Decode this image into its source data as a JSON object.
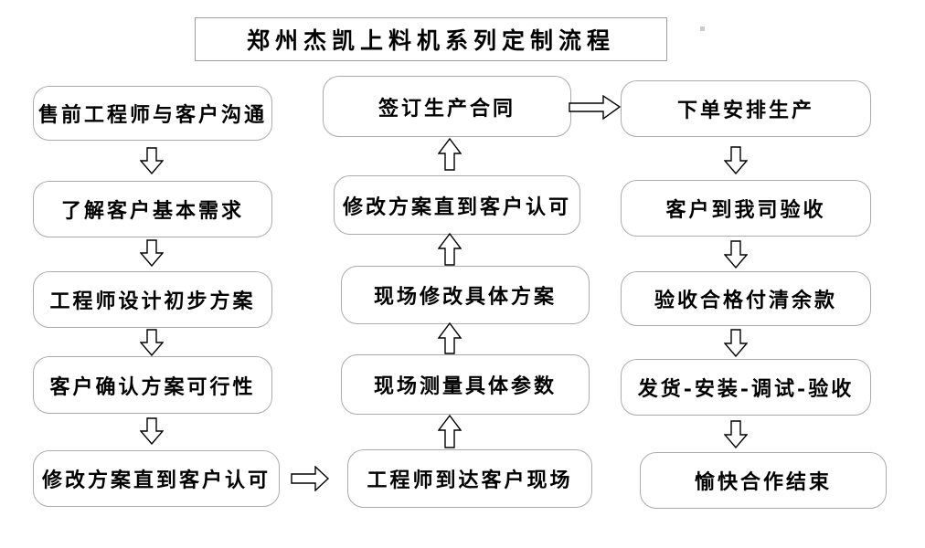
{
  "title": "郑州杰凯上料机系列定制流程",
  "columns": {
    "left": [
      "售前工程师与客户沟通",
      "了解客户基本需求",
      "工程师设计初步方案",
      "客户确认方案可行性",
      "修改方案直到客户认可"
    ],
    "middle": [
      "签订生产合同",
      "修改方案直到客户认可",
      "现场修改具体方案",
      "现场测量具体参数",
      "工程师到达客户现场"
    ],
    "right": [
      "下单安排生产",
      "客户到我司验收",
      "验收合格付清余款",
      "发货-安装-调试-验收",
      "愉快合作结束"
    ]
  },
  "flow": {
    "left_column_direction": "down",
    "middle_column_direction": "up",
    "right_column_direction": "down",
    "left_to_middle": "right-arrow from 修改方案直到客户认可 to 工程师到达客户现场",
    "middle_to_right": "right-arrow from 签订生产合同 to 下单安排生产"
  },
  "colors": {
    "background": "#ffffff",
    "box_border": "#ababab",
    "title_border": "#9d9d9d",
    "arrow_outline": "#000000",
    "text": "#000000",
    "artifact_dot": "#cccccc"
  }
}
